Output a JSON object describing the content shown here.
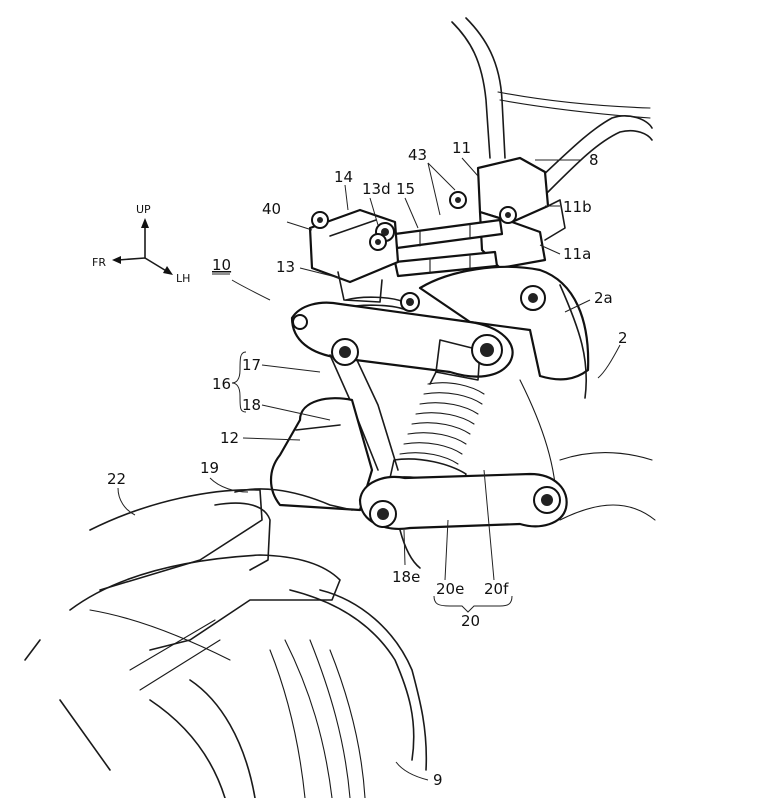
{
  "axes": {
    "up": "UP",
    "front": "FR",
    "left": "LH"
  },
  "labels": {
    "l8": "8",
    "l11": "11",
    "l43": "43",
    "l11b": "11b",
    "l11a": "11a",
    "l14": "14",
    "l13d": "13d",
    "l15": "15",
    "l40": "40",
    "l13": "13",
    "l10": "10",
    "l2a": "2a",
    "l2": "2",
    "l17": "17",
    "l16": "16",
    "l18": "18",
    "l12": "12",
    "l19": "19",
    "l22": "22",
    "l18e": "18e",
    "l20e": "20e",
    "l20f": "20f",
    "l20": "20",
    "l9": "9"
  }
}
